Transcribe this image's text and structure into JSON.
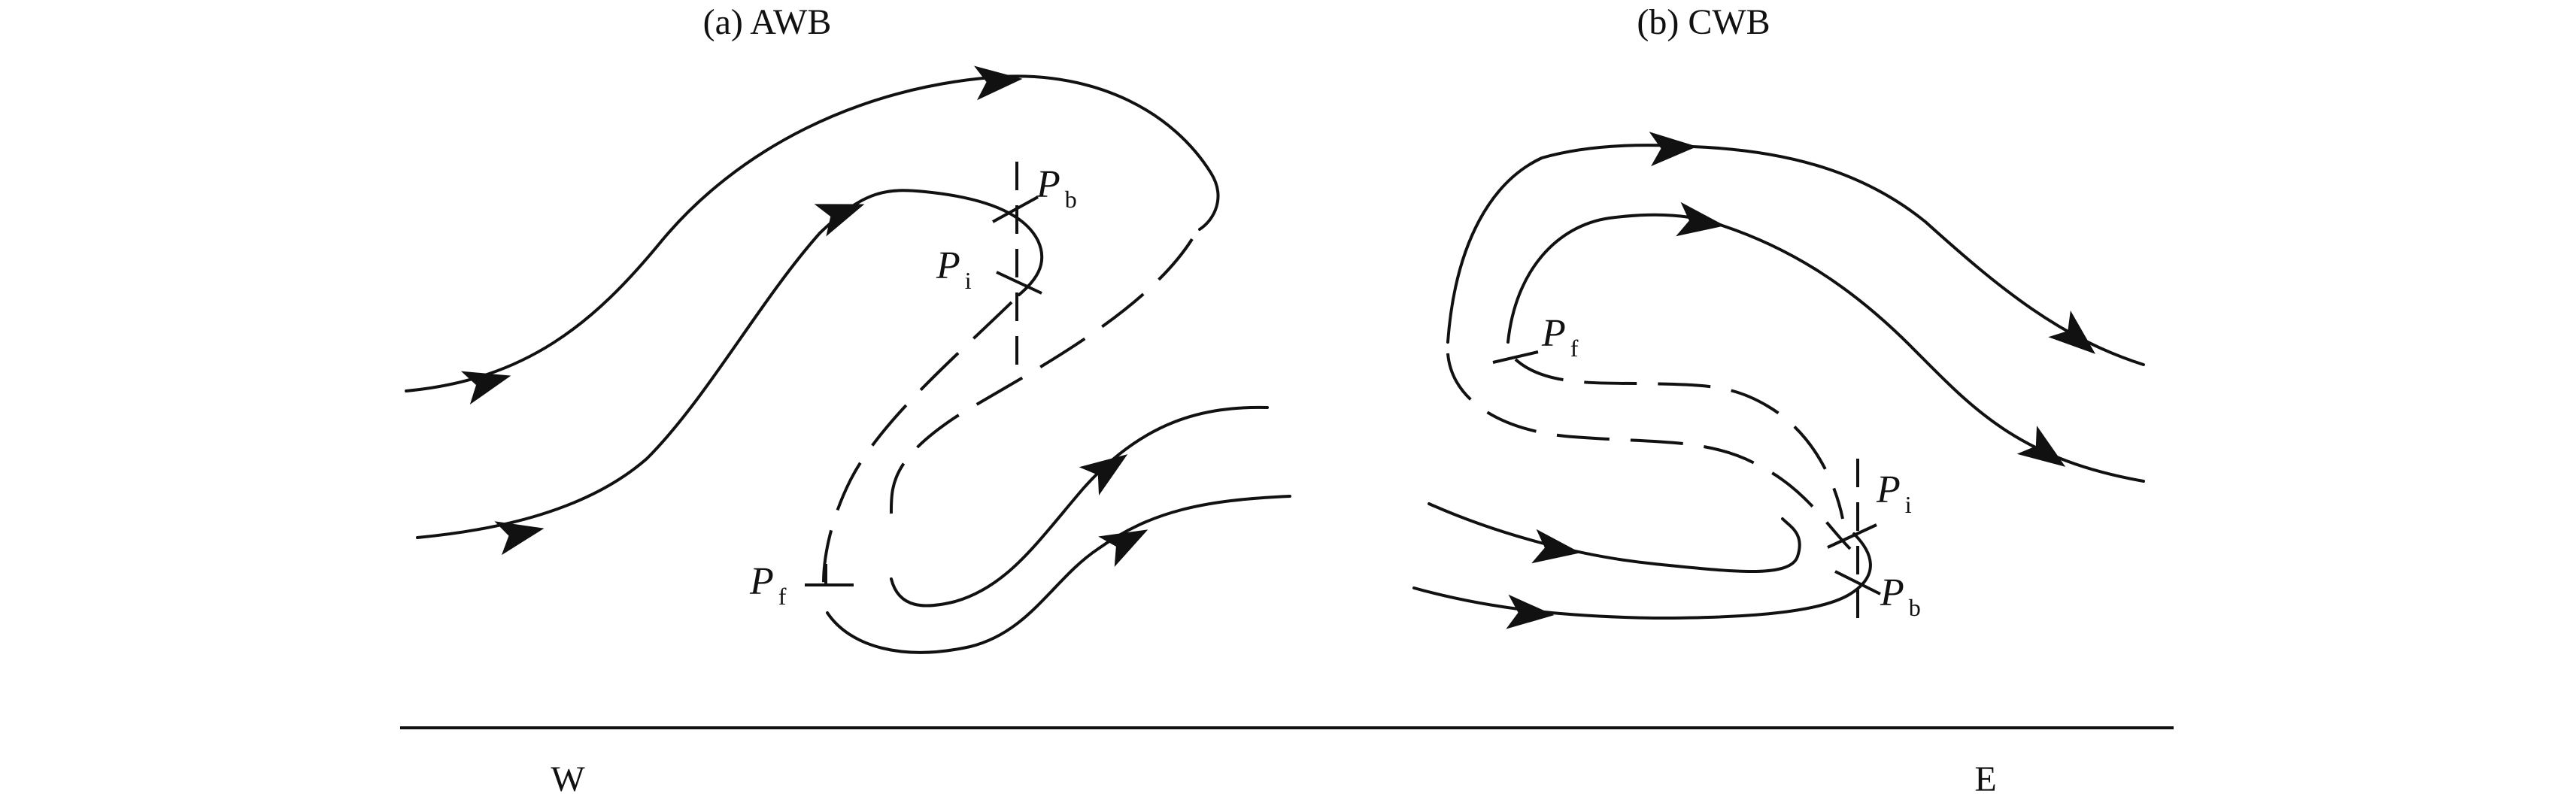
{
  "panels": {
    "a": {
      "caption": "(a) AWB",
      "points": {
        "Pb": {
          "main": "P",
          "sub": "b"
        },
        "Pi": {
          "main": "P",
          "sub": "i"
        },
        "Pf": {
          "main": "P",
          "sub": "f"
        }
      }
    },
    "b": {
      "caption": "(b) CWB",
      "points": {
        "Pf": {
          "main": "P",
          "sub": "f"
        },
        "Pi": {
          "main": "P",
          "sub": "i"
        },
        "Pb": {
          "main": "P",
          "sub": "b"
        }
      }
    }
  },
  "axis": {
    "west_label": "W",
    "east_label": "E"
  }
}
